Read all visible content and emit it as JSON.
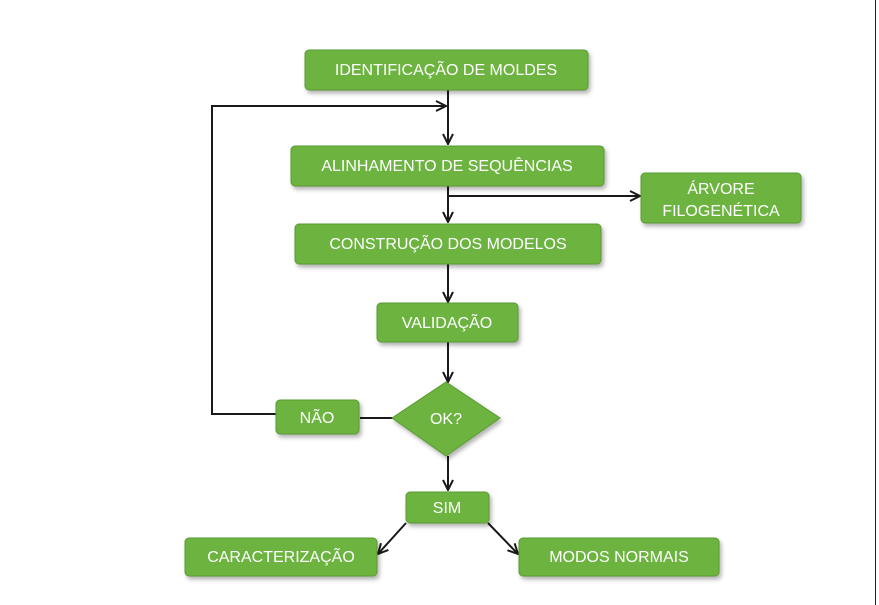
{
  "nodes": {
    "identificacao": {
      "label": "IDENTIFICAÇÃO DE MOLDES"
    },
    "alinhamento": {
      "label": "ALINHAMENTO DE SEQUÊNCIAS"
    },
    "arvore": {
      "line1": "ÁRVORE",
      "line2": "FILOGENÉTICA"
    },
    "construcao": {
      "label": "CONSTRUÇÃO DOS MODELOS"
    },
    "validacao": {
      "label": "VALIDAÇÃO"
    },
    "ok": {
      "label": "OK?"
    },
    "nao": {
      "label": "NÃO"
    },
    "sim": {
      "label": "SIM"
    },
    "caracterizacao": {
      "label": "CARACTERIZAÇÃO"
    },
    "modos": {
      "label": "MODOS NORMAIS"
    }
  },
  "colors": {
    "box_fill": "#6cb33f",
    "box_stroke": "#5a9a33",
    "text": "#ffffff",
    "arrow": "#1a1a1a"
  }
}
